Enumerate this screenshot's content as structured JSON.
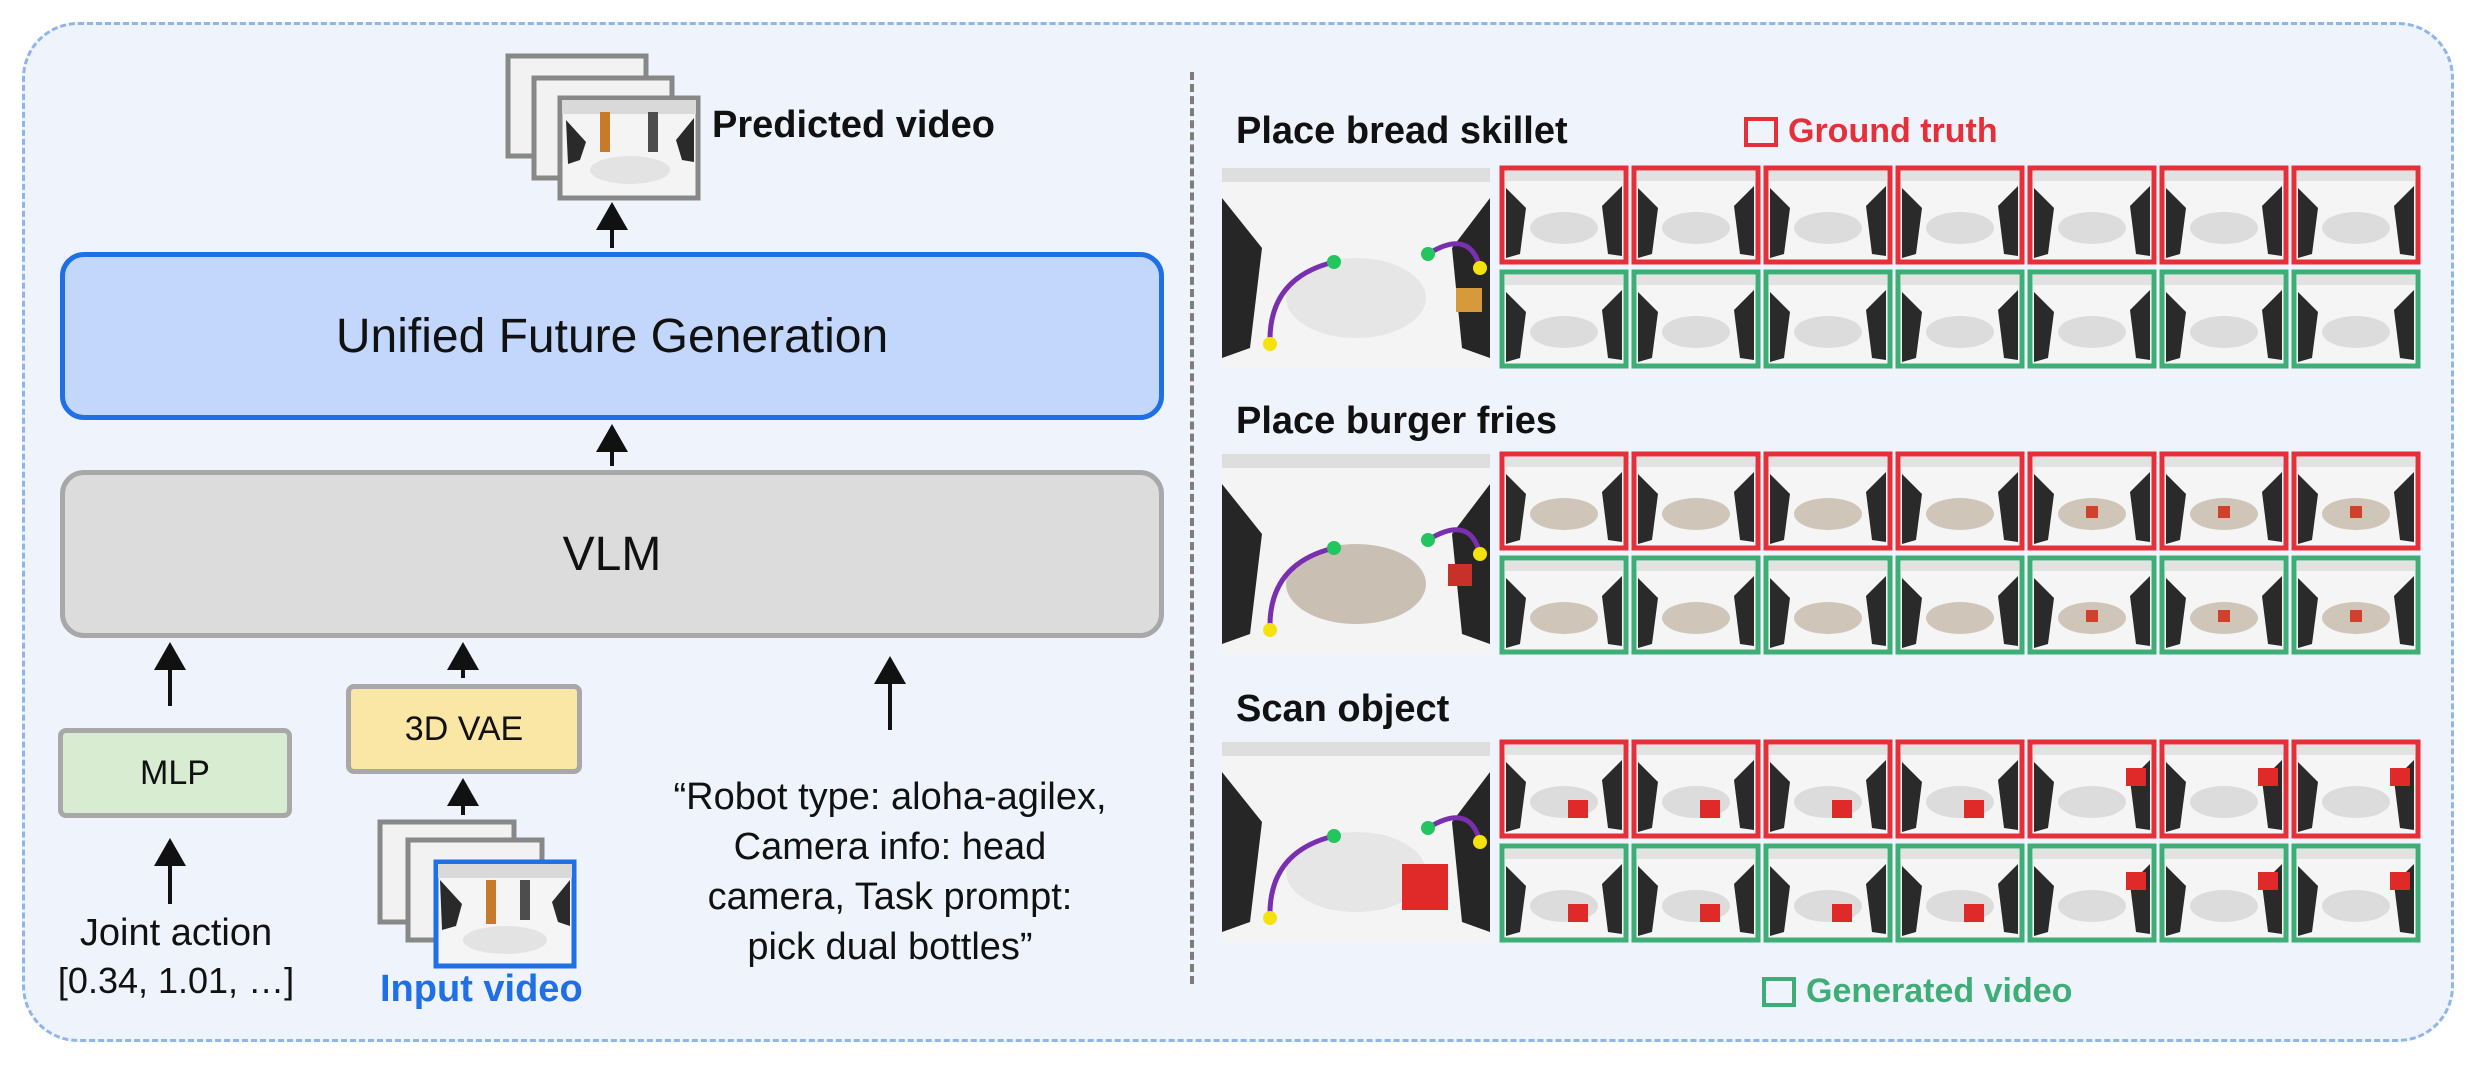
{
  "left_panel": {
    "output_label": "Predicted video",
    "unified_block": "Unified Future Generation",
    "vlm_block": "VLM",
    "mlp_block": "MLP",
    "vae_block": "3D VAE",
    "joint_action_label": "Joint action",
    "joint_action_values": "[0.34, 1.01, …]",
    "input_video_label": "Input video",
    "text_prompt_lines": [
      "“Robot type: aloha-agilex,",
      "Camera info: head",
      "camera, Task prompt:",
      "pick dual bottles”"
    ]
  },
  "right_panel": {
    "legend": {
      "ground_truth": "Ground truth",
      "generated": "Generated video",
      "ground_truth_color": "#e5303a",
      "generated_color": "#3fae76"
    },
    "tasks": [
      {
        "title": "Place bread skillet"
      },
      {
        "title": "Place burger fries"
      },
      {
        "title": "Scan object"
      }
    ]
  },
  "colors": {
    "frame_border": "#8fb5ea",
    "frame_fill": "#eef3fc",
    "unified_fill": "#c2d7fb",
    "unified_border": "#1f6fe5",
    "vlm_fill": "#dcdcdc",
    "mlp_fill": "#d7ecd0",
    "vae_fill": "#fbe7a5",
    "input_video_color": "#1f6fe5"
  }
}
